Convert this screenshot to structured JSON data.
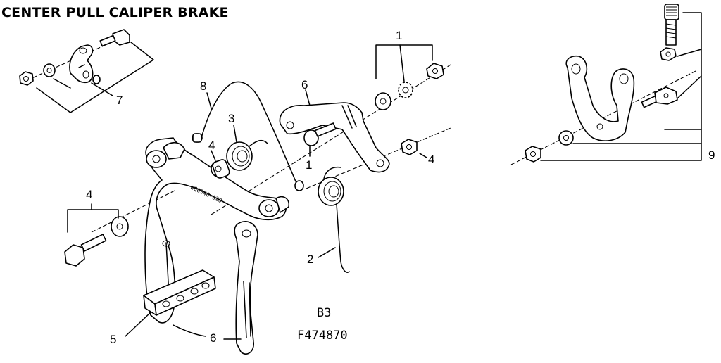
{
  "title": "CENTER PULL CALIPER BRAKE",
  "callouts": {
    "c1_top": "1",
    "c1_mid": "1",
    "c2": "2",
    "c3": "3",
    "c4_left": "4",
    "c4_mid": "4",
    "c4_right": "4",
    "c5": "5",
    "c6_top": "6",
    "c6_bottom": "6",
    "c7": "7",
    "c8": "8",
    "c9": "9"
  },
  "stamp": "WQ6348-620",
  "drawing_code": "B3",
  "part_number": "F474870",
  "colors": {
    "ink": "#000000",
    "paper": "#ffffff"
  }
}
